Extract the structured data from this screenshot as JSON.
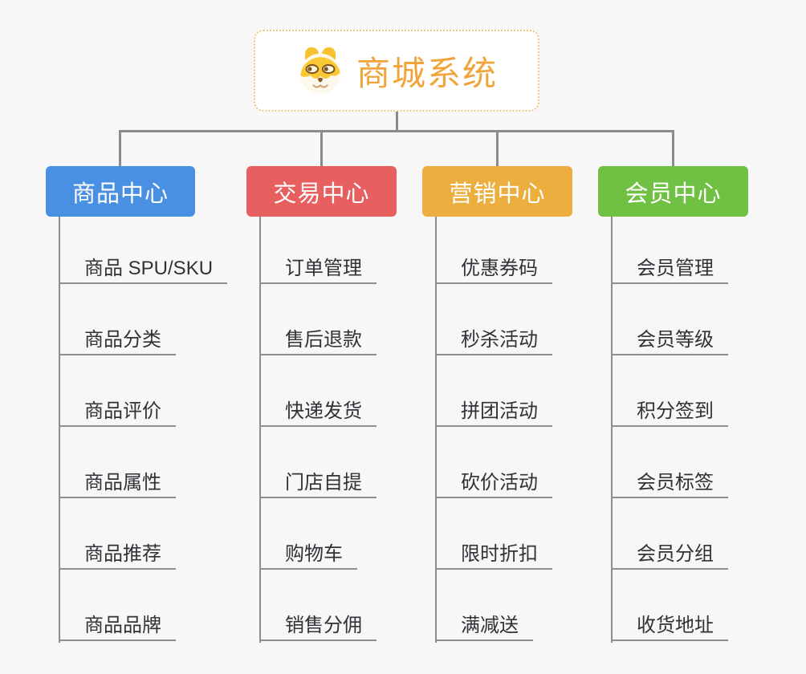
{
  "root": {
    "title": "商城系统",
    "icon": "doge-icon"
  },
  "colors": {
    "background": "#f7f7f7",
    "root_text": "#f2a43c",
    "root_border": "#f2c37c",
    "connector": "#8a8b8d",
    "item_text": "#2f3236",
    "item_underline": "#8e8e8e",
    "branch_product": "#4a90e2",
    "branch_trade": "#e75f5f",
    "branch_marketing": "#ecae3e",
    "branch_member": "#70c043"
  },
  "branches": [
    {
      "label": "商品中心",
      "color": "#4a90e2",
      "items": [
        "商品 SPU/SKU",
        "商品分类",
        "商品评价",
        "商品属性",
        "商品推荐",
        "商品品牌"
      ]
    },
    {
      "label": "交易中心",
      "color": "#e75f5f",
      "items": [
        "订单管理",
        "售后退款",
        "快递发货",
        "门店自提",
        "购物车",
        "销售分佣"
      ]
    },
    {
      "label": "营销中心",
      "color": "#ecae3e",
      "items": [
        "优惠券码",
        "秒杀活动",
        "拼团活动",
        "砍价活动",
        "限时折扣",
        "满减送"
      ]
    },
    {
      "label": "会员中心",
      "color": "#70c043",
      "items": [
        "会员管理",
        "会员等级",
        "积分签到",
        "会员标签",
        "会员分组",
        "收货地址"
      ]
    }
  ]
}
